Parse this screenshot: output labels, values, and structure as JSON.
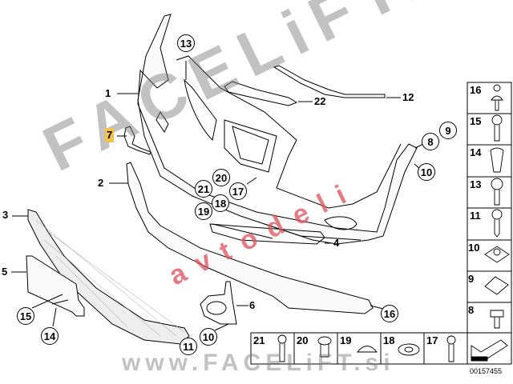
{
  "diagram": {
    "part_code": "00157455",
    "callouts_plain": [
      {
        "id": "1",
        "label": "1"
      },
      {
        "id": "22",
        "label": "22"
      },
      {
        "id": "12",
        "label": "12"
      },
      {
        "id": "7",
        "label": "7"
      },
      {
        "id": "2",
        "label": "2"
      },
      {
        "id": "3",
        "label": "3"
      },
      {
        "id": "4",
        "label": "4"
      },
      {
        "id": "5",
        "label": "5"
      },
      {
        "id": "6",
        "label": "6"
      }
    ],
    "callouts_circled": [
      {
        "label": "13"
      },
      {
        "label": "20"
      },
      {
        "label": "21"
      },
      {
        "label": "17"
      },
      {
        "label": "18"
      },
      {
        "label": "19"
      },
      {
        "label": "8"
      },
      {
        "label": "9"
      },
      {
        "label": "10"
      },
      {
        "label": "16"
      },
      {
        "label": "15"
      },
      {
        "label": "14"
      },
      {
        "label": "10"
      },
      {
        "label": "11"
      }
    ],
    "fastener_column": [
      "16",
      "15",
      "14",
      "13",
      "11",
      "10",
      "9",
      "8"
    ],
    "fastener_row": [
      "21",
      "20",
      "19",
      "18",
      "17"
    ],
    "highlight_color": "#f3c04a"
  },
  "watermarks": {
    "main": "FACELiFT.si",
    "sub": "avtodeli",
    "footer": "www.FACELiFT.si"
  }
}
